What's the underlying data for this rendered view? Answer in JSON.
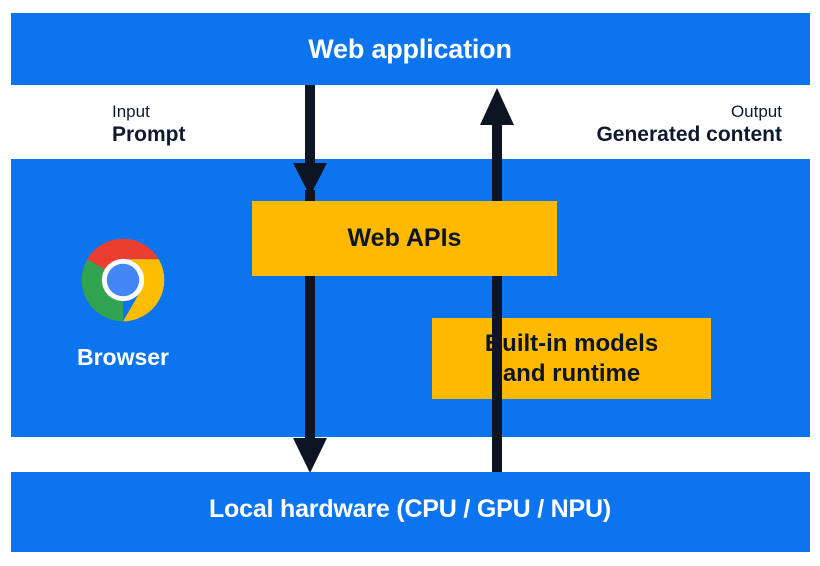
{
  "colors": {
    "blue": "#0b74ee",
    "yellow": "#ffba00",
    "ink": "#101a2e",
    "arrow": "#0d1424",
    "white": "#ffffff",
    "chrome_red": "#ea3e30",
    "chrome_yellow": "#fdbd00",
    "chrome_green": "#32a350",
    "chrome_blue": "#4285f4"
  },
  "diagram": {
    "title": "Web application",
    "bands": {
      "top": {
        "label": "Web application"
      },
      "middle": {
        "label": "Browser",
        "logo": "chrome-logo"
      },
      "bottom": {
        "label": "Local hardware (CPU / GPU / NPU)"
      }
    },
    "boxes": [
      {
        "id": "web-apis",
        "label": "Web APIs"
      },
      {
        "id": "builtin-models",
        "label_line1": "Built-in models",
        "label_line2": "and runtime"
      }
    ],
    "io": [
      {
        "id": "input",
        "kind": "Input",
        "value": "Prompt",
        "direction": "down"
      },
      {
        "id": "output",
        "kind": "Output",
        "value": "Generated content",
        "direction": "up"
      }
    ],
    "arrows": [
      {
        "id": "input-arrow-top",
        "from": "Web application",
        "to": "Web APIs",
        "direction": "down"
      },
      {
        "id": "input-arrow-bottom",
        "from": "Web APIs",
        "to": "Local hardware (CPU / GPU / NPU)",
        "direction": "down"
      },
      {
        "id": "output-arrow",
        "from": "Local hardware (CPU / GPU / NPU)",
        "to": "Web application",
        "direction": "up"
      }
    ]
  }
}
